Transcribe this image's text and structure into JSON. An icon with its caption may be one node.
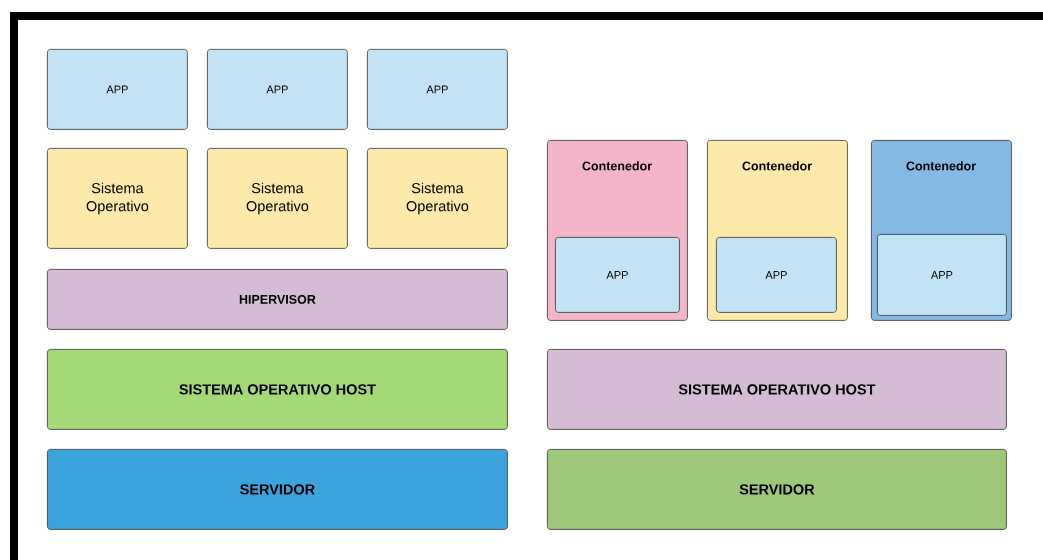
{
  "diagram": {
    "nodes": [
      {
        "text": [
          "APP"
        ]
      },
      {
        "text": [
          "APP"
        ]
      },
      {
        "text": [
          "APP"
        ]
      },
      {
        "text": [
          "Sistema Operativo"
        ]
      },
      {
        "text": [
          "Sistema Operativo"
        ]
      },
      {
        "text": [
          "Sistema Operativo"
        ]
      },
      {
        "text": [
          "Contenedor"
        ]
      },
      {
        "text": [
          "APP"
        ],
        "in": 6
      },
      {
        "text": [
          "Contenedor"
        ]
      },
      {
        "text": [
          "APP"
        ],
        "in": 8
      },
      {
        "text": [
          "Contenedor"
        ]
      },
      {
        "text": [
          "APP"
        ],
        "in": 10
      },
      {
        "text": [
          "HIPERVISOR"
        ]
      },
      {
        "text": [
          "SISTEMA OPERATIVO HOST"
        ]
      },
      {
        "text": [
          "SISTEMA OPERATIVO HOST"
        ]
      },
      {
        "text": [
          "SERVIDOR"
        ]
      },
      {
        "text": [
          "SERVIDOR"
        ]
      }
    ]
  }
}
